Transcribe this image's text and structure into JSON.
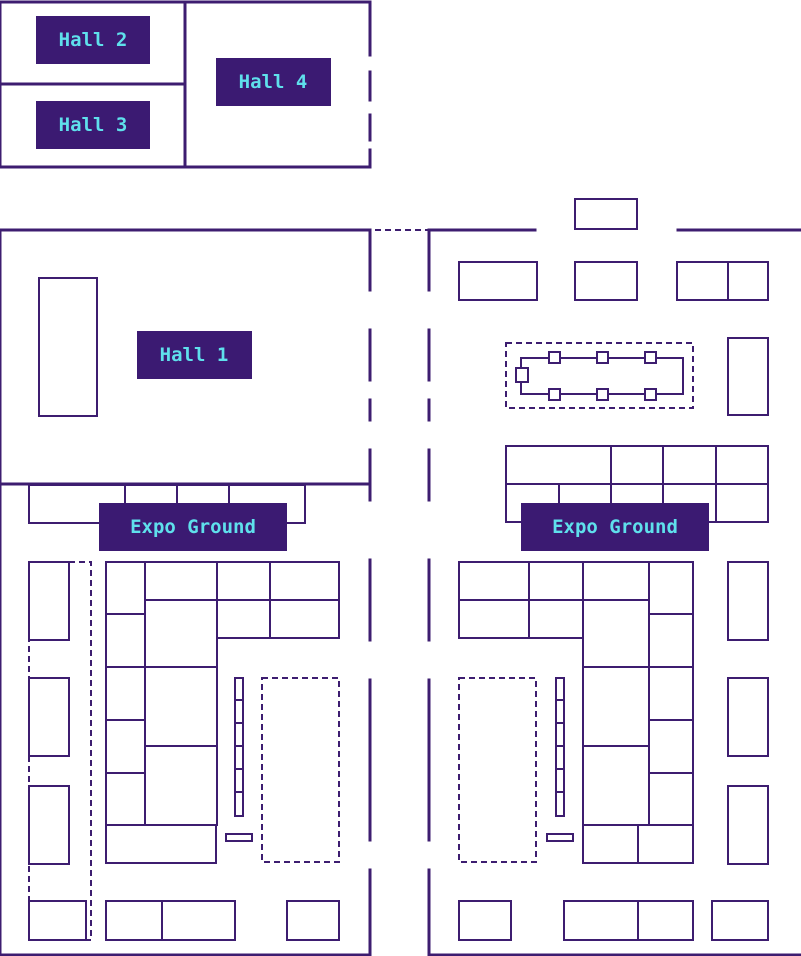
{
  "colors": {
    "wall": "#3d1d70",
    "label_background": "#3b1a72",
    "label_text": "#5fe0ec",
    "background": "#ffffff"
  },
  "labels": {
    "hall_2": "Hall 2",
    "hall_3": "Hall 3",
    "hall_4": "Hall 4",
    "hall_1": "Hall 1",
    "expo_left": "Expo Ground",
    "expo_right": "Expo Ground"
  }
}
